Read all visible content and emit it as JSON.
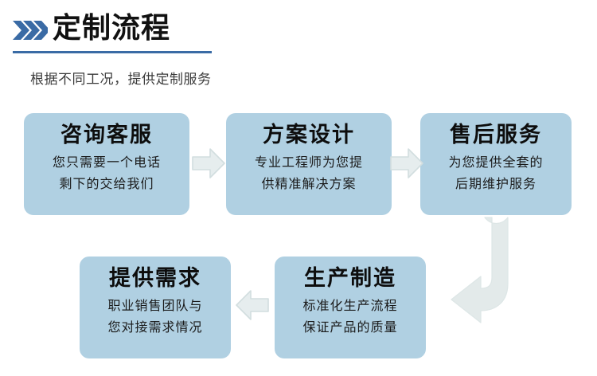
{
  "header": {
    "chevron_icon": "triple-chevron-right-icon",
    "title": "定制流程",
    "subtitle": "根据不同工况，提供定制服务",
    "accent_color": "#3a6ba5",
    "title_color": "#111111"
  },
  "theme": {
    "card_bg": "#b0d0e2",
    "arrow_fill": "#e3eaea",
    "arrow_stroke": "#d5e0e1",
    "page_bg": "#ffffff"
  },
  "flow": {
    "steps": [
      {
        "id": "step-1",
        "title": "咨询客服",
        "desc_line1": "您只需要一个电话",
        "desc_line2": "剩下的交给我们"
      },
      {
        "id": "step-2",
        "title": "方案设计",
        "desc_line1": "专业工程师为您提",
        "desc_line2": "供精准解决方案"
      },
      {
        "id": "step-3",
        "title": "售后服务",
        "desc_line1": "为您提供全套的",
        "desc_line2": "后期维护服务"
      },
      {
        "id": "step-4",
        "title": "生产制造",
        "desc_line1": "标准化生产流程",
        "desc_line2": "保证产品的质量"
      },
      {
        "id": "step-5",
        "title": "提供需求",
        "desc_line1": "职业销售团队与",
        "desc_line2": "您对接需求情况"
      }
    ],
    "connectors": [
      {
        "id": "arrow-1",
        "icon": "arrow-right-icon",
        "direction": "right"
      },
      {
        "id": "arrow-2",
        "icon": "arrow-right-icon",
        "direction": "right"
      },
      {
        "id": "arrow-3",
        "icon": "arrow-left-icon",
        "direction": "left"
      },
      {
        "id": "arrow-loop",
        "icon": "curved-arrow-down-left-icon",
        "direction": "down-left"
      }
    ]
  }
}
